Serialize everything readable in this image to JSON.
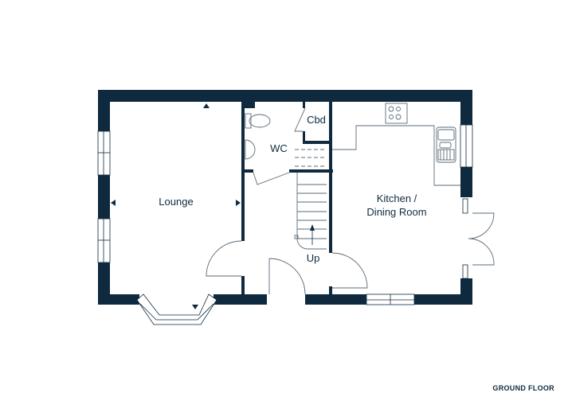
{
  "rooms": {
    "lounge": "Lounge",
    "wc": "WC",
    "cbd": "Cbd",
    "kitchen_line1": "Kitchen /",
    "kitchen_line2": "Dining Room",
    "stairs": "Up"
  },
  "floor_label": "GROUND FLOOR",
  "colors": {
    "wall": "#0f2a3f",
    "line": "#5a6b78"
  }
}
